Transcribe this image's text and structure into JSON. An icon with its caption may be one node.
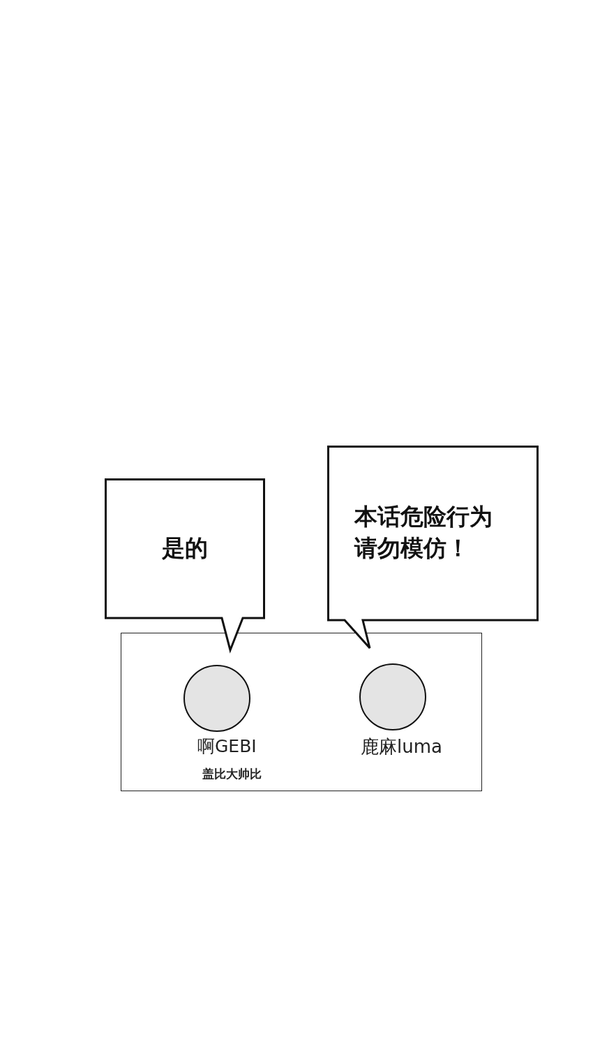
{
  "diagram": {
    "nodes": [
      {
        "text": [
          "是的"
        ]
      },
      {
        "text": [
          "本话危险行为请勿模仿！"
        ]
      },
      {
        "text": [],
        "shape": "box"
      },
      {
        "text": [],
        "shape": "circle",
        "in": 2
      },
      {
        "text": [],
        "shape": "circle",
        "in": 2
      }
    ],
    "labels": [
      "啊GEBI",
      "盖比大帅比",
      "鹿麻luma"
    ]
  }
}
